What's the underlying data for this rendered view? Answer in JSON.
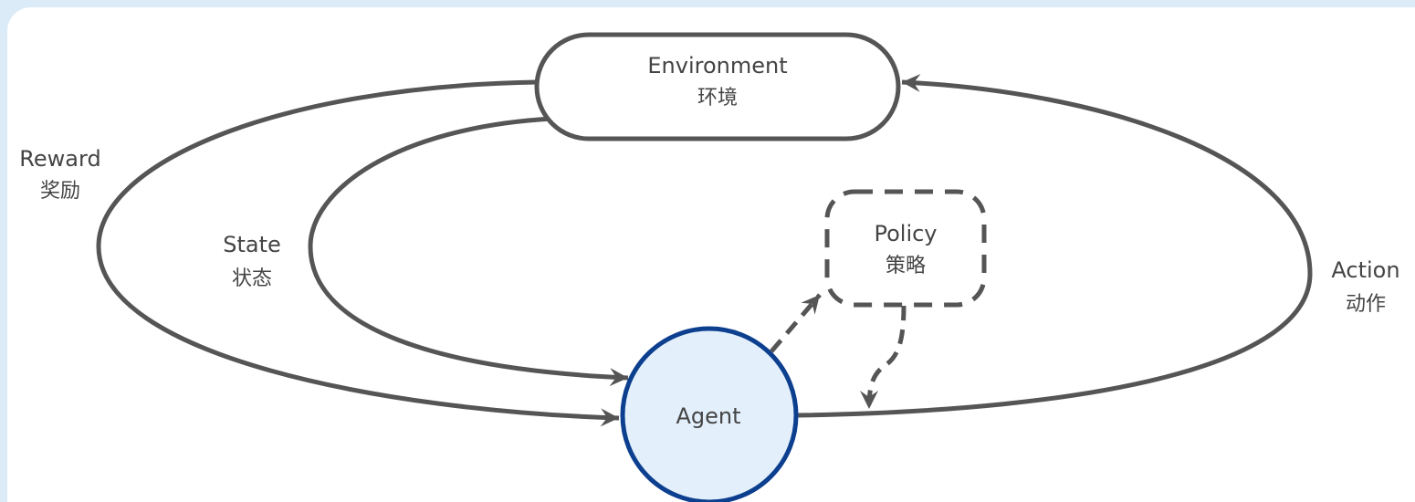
{
  "nodes": {
    "environment": {
      "label": "Environment",
      "label_zh": "环境"
    },
    "agent": {
      "label": "Agent"
    },
    "policy": {
      "label": "Policy",
      "label_zh": "策略"
    }
  },
  "edges": {
    "reward": {
      "label": "Reward",
      "label_zh": "奖励"
    },
    "state": {
      "label": "State",
      "label_zh": "状态"
    },
    "action": {
      "label": "Action",
      "label_zh": "动作"
    }
  },
  "colors": {
    "line": "#555555",
    "agent_fill": "#e3f0fb",
    "agent_stroke": "#0d3f8f",
    "frame": "#dcebf8"
  }
}
